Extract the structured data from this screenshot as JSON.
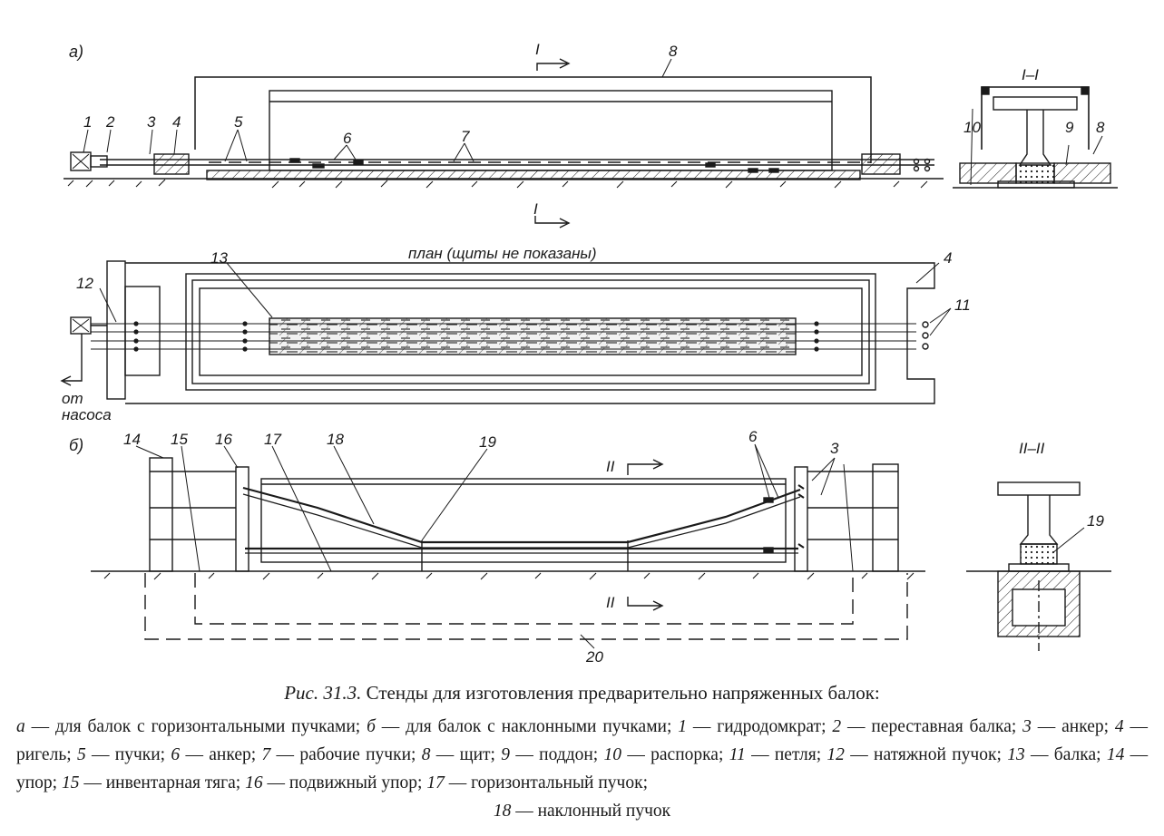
{
  "diagram": {
    "panel_a_label": "а)",
    "panel_b_label": "б)",
    "section_1_label": "I–I",
    "section_2_label": "II–II",
    "cut_mark_1": "I",
    "cut_mark_2": "II",
    "plan_note": "план (щиты не показаны)",
    "pump_label_line1": "от",
    "pump_label_line2": "насоса",
    "callouts_a": [
      "1",
      "2",
      "3",
      "4",
      "5",
      "6",
      "7",
      "8",
      "9",
      "10"
    ],
    "callouts_plan": [
      "4",
      "11",
      "12",
      "13"
    ],
    "callouts_b": [
      "14",
      "15",
      "16",
      "17",
      "18",
      "19",
      "6",
      "3",
      "19",
      "20"
    ]
  },
  "caption": {
    "figure_number": "Рис. 31.3.",
    "title": "Стенды для изготовления предварительно напряженных балок:"
  },
  "legend": [
    {
      "key": "а",
      "text": "для балок с горизонтальными пучками;"
    },
    {
      "key": "б",
      "text": "для балок с наклонными пучками;"
    },
    {
      "key": "1",
      "text": "гидродомкрат;"
    },
    {
      "key": "2",
      "text": "переставная балка;"
    },
    {
      "key": "3",
      "text": "анкер;"
    },
    {
      "key": "4",
      "text": "ригель;"
    },
    {
      "key": "5",
      "text": "пучки;"
    },
    {
      "key": "6",
      "text": "анкер;"
    },
    {
      "key": "7",
      "text": "рабочие пучки;"
    },
    {
      "key": "8",
      "text": "щит;"
    },
    {
      "key": "9",
      "text": "поддон;"
    },
    {
      "key": "10",
      "text": "распорка;"
    },
    {
      "key": "11",
      "text": "петля;"
    },
    {
      "key": "12",
      "text": "натяжной пучок;"
    },
    {
      "key": "13",
      "text": "балка;"
    },
    {
      "key": "14",
      "text": "упор;"
    },
    {
      "key": "15",
      "text": "инвентарная тяга;"
    },
    {
      "key": "16",
      "text": "подвижный упор;"
    },
    {
      "key": "17",
      "text": "горизонтальный пучок;"
    },
    {
      "key": "18",
      "text": "наклонный пучок"
    }
  ],
  "colors": {
    "ink": "#1a1a1a",
    "paper": "#ffffff"
  }
}
